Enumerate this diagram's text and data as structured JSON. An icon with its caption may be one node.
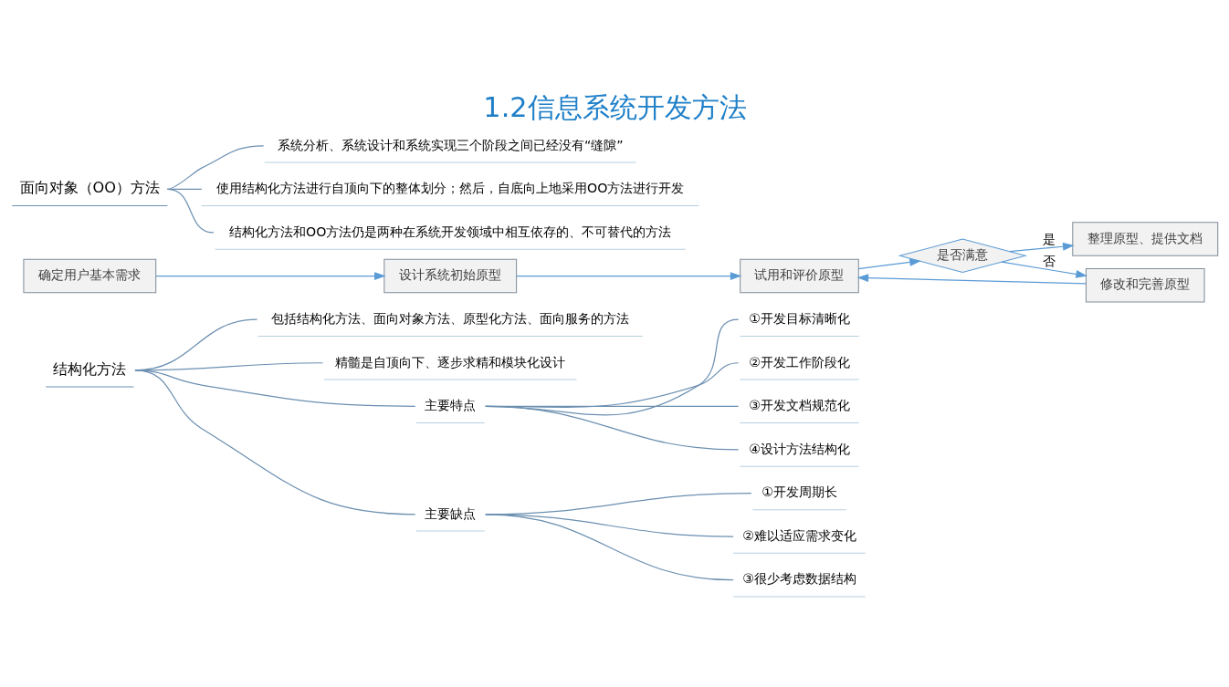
{
  "diagram": {
    "title": "1.2信息系统开发方法",
    "nodes": [
      {
        "text": [
          "结构化方法"
        ]
      },
      {
        "text": [
          "包括结构化方法、面向对象方法、原型化方法、面向服务的方法"
        ]
      },
      {
        "text": [
          "精髓是自顶向下、逐步求精和模块化设计"
        ]
      },
      {
        "text": [
          "主要特点"
        ]
      },
      {
        "text": [
          "①开发目标清晰化"
        ]
      },
      {
        "text": [
          "②开发工作阶段化"
        ]
      },
      {
        "text": [
          "③开发文档规范化"
        ]
      },
      {
        "text": [
          "④设计方法结构化"
        ]
      },
      {
        "text": [
          "主要缺点"
        ]
      },
      {
        "text": [
          "①开发周期长"
        ]
      },
      {
        "text": [
          "②难以适应需求变化"
        ]
      },
      {
        "text": [
          "③很少考虑数据结构"
        ]
      },
      {
        "text": [
          "确定用户基本需求"
        ]
      },
      {
        "text": [
          "设计系统初始原型"
        ]
      },
      {
        "text": [
          "试用和评价原型"
        ]
      },
      {
        "text": [
          "是否满意"
        ]
      },
      {
        "text": [
          "修改和完善原型"
        ]
      },
      {
        "text": [
          "整理原型、提供文档"
        ]
      },
      {
        "text": [
          "面向对象（OO）方法"
        ]
      },
      {
        "text": [
          "系统分析、系统设计和系统实现三个阶段之间已经没有“缝隙”"
        ]
      },
      {
        "text": [
          "使用结构化方法进行自顶向下的整体划分；然后，自底向上地采用OO方法进行开发"
        ]
      },
      {
        "text": [
          "结构化方法和OO方法仍是两种在系统开发领域中相互依存的、不可替代的方法"
        ]
      }
    ],
    "edges": [
      {
        "from": 0,
        "to": 1,
        "arrow": "none"
      },
      {
        "from": 0,
        "to": 2,
        "arrow": "none"
      },
      {
        "from": 0,
        "to": 3,
        "arrow": "none"
      },
      {
        "from": 0,
        "to": 8,
        "arrow": "none"
      },
      {
        "from": 3,
        "to": 4,
        "arrow": "none"
      },
      {
        "from": 3,
        "to": 5,
        "arrow": "none"
      },
      {
        "from": 3,
        "to": 6,
        "arrow": "none"
      },
      {
        "from": 3,
        "to": 7,
        "arrow": "none"
      },
      {
        "from": 8,
        "to": 9,
        "arrow": "none"
      },
      {
        "from": 8,
        "to": 10,
        "arrow": "none"
      },
      {
        "from": 8,
        "to": 11,
        "arrow": "none"
      },
      {
        "from": 12,
        "to": 13,
        "arrow": "to",
        "color": "#5b9bd5"
      },
      {
        "from": 13,
        "to": 14,
        "arrow": "to",
        "color": "#5b9bd5"
      },
      {
        "from": 14,
        "to": 15,
        "arrow": "to",
        "color": "#5b9bd5"
      },
      {
        "from": 15,
        "to": 16,
        "arrow": "to",
        "label": "否",
        "color": "#5b9bd5"
      },
      {
        "from": 16,
        "to": 14,
        "arrow": "to",
        "color": "#5b9bd5"
      },
      {
        "from": 15,
        "to": 17,
        "arrow": "to",
        "label": "是",
        "color": "#5b9bd5"
      },
      {
        "from": 18,
        "to": 19,
        "arrow": "none"
      },
      {
        "from": 18,
        "to": 20,
        "arrow": "none"
      },
      {
        "from": 18,
        "to": 21,
        "arrow": "none"
      }
    ]
  }
}
